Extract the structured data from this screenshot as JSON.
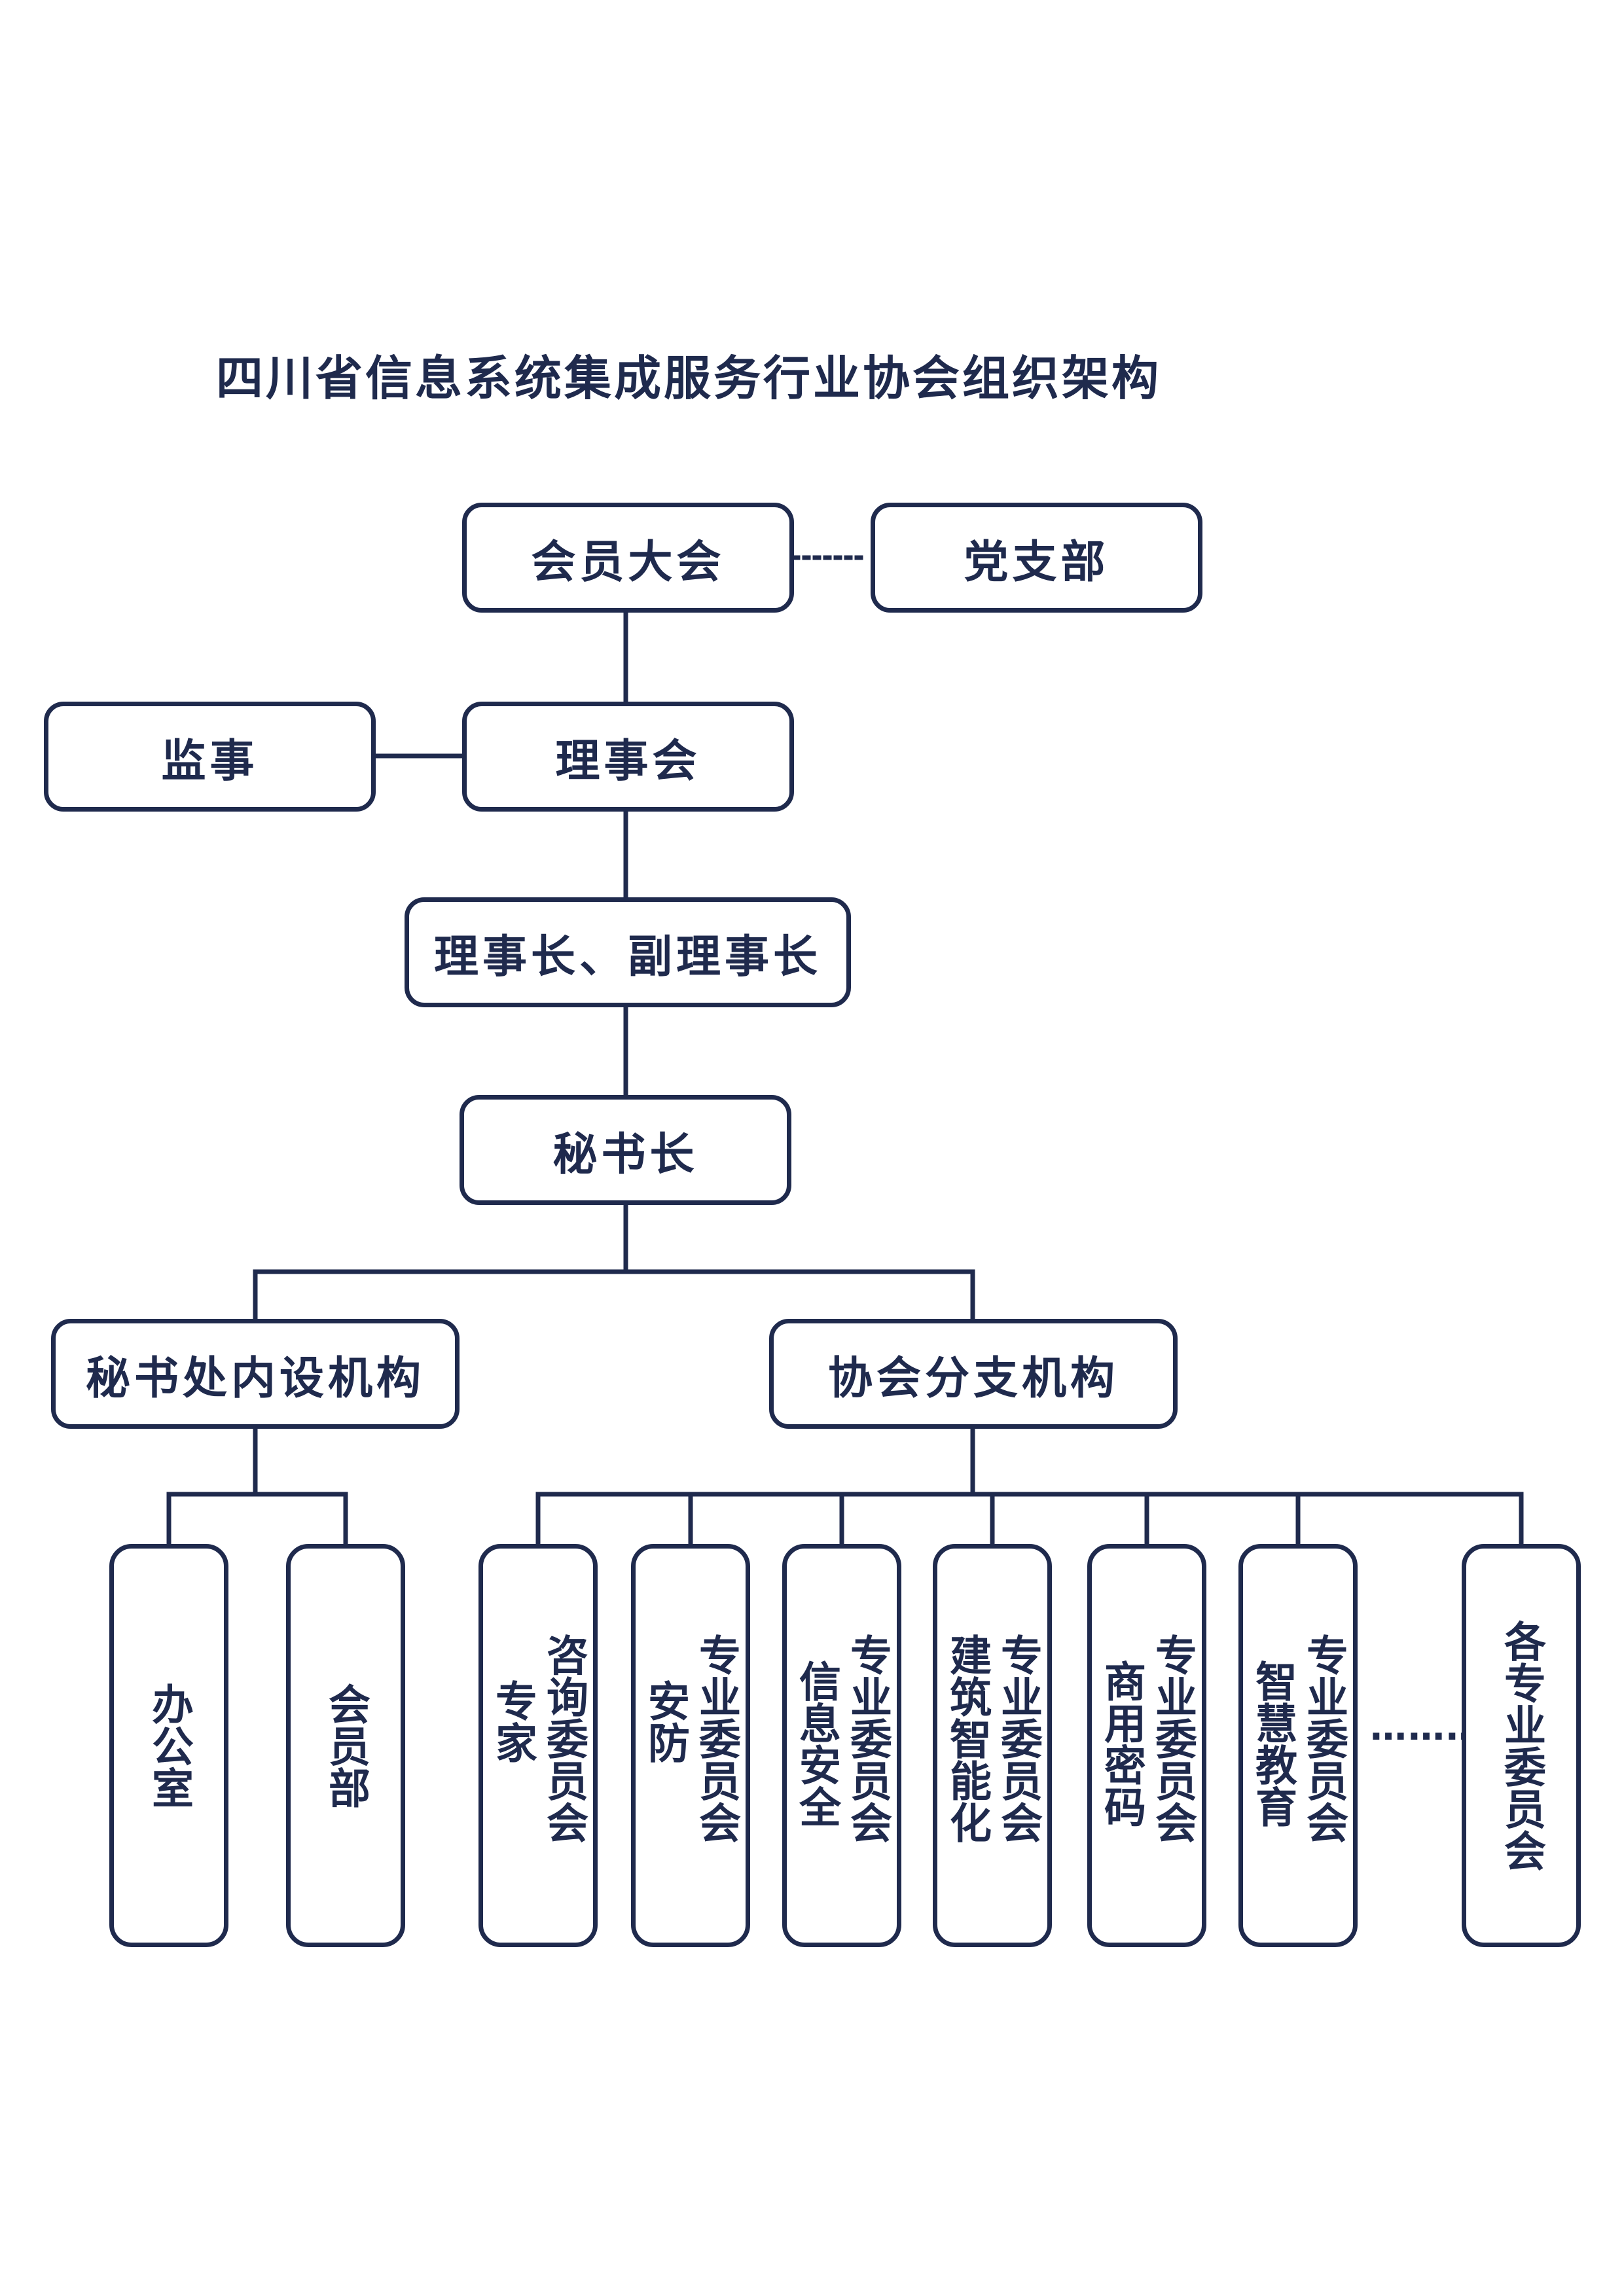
{
  "title": "四川省信息系统集成服务行业协会组织架构",
  "colors": {
    "stroke": "#1f2a4d",
    "text": "#1f2a4d",
    "background": "#ffffff"
  },
  "nodes": {
    "general_assembly": "会员大会",
    "party_branch": "党支部",
    "supervisor": "监事",
    "council": "理事会",
    "chairs": "理事长、副理事长",
    "secretary_general": "秘书长",
    "internal_depts": "秘书处内设机构",
    "branches": "协会分支机构",
    "office": "办公室",
    "membership_dept": "会员部",
    "committees": [
      {
        "col1": "专家",
        "col2": "咨询委员会"
      },
      {
        "col1": "安防",
        "col2": "专业委员会"
      },
      {
        "col1": "信息安全",
        "col2": "专业委员会"
      },
      {
        "col1": "建筑智能化",
        "col2": "专业委员会"
      },
      {
        "col1": "商用密码",
        "col2": "专业委员会"
      },
      {
        "col1": "智慧教育",
        "col2": "专业委员会"
      }
    ],
    "other_committees": "各专业委员会"
  },
  "ellipsis": "………"
}
